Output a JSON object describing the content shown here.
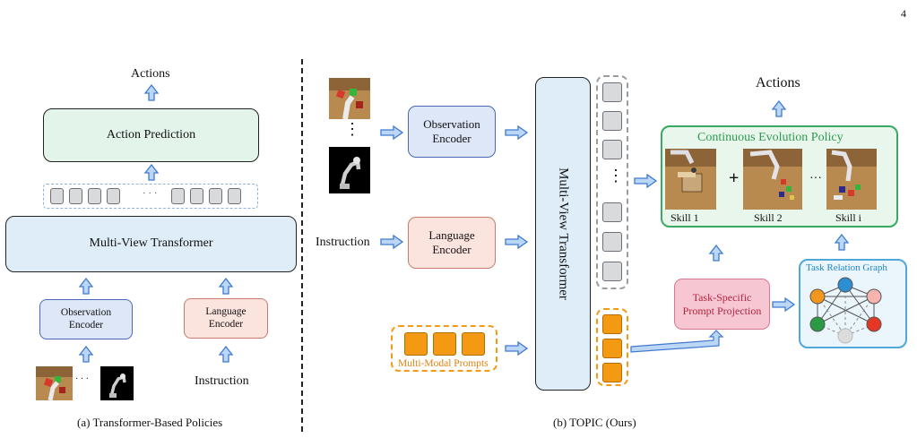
{
  "page_number": "4",
  "left": {
    "actions": "Actions",
    "action_prediction": "Action Prediction",
    "ellipsis": "· · ·",
    "transformer": "Multi-View Transformer",
    "obs_encoder": "Observation\nEncoder",
    "lang_encoder": "Language\nEncoder",
    "instruction": "Instruction",
    "img_ellipsis": "· · ·",
    "caption": "(a) Transformer-Based Policies"
  },
  "right": {
    "obs_encoder": "Observation\nEncoder",
    "lang_encoder": "Language\nEncoder",
    "instruction": "Instruction",
    "vdots": "⋮",
    "transformer": "Multi-View Transformer",
    "token_vdots": "⋮",
    "prompts_label": "Multi-Modal Prompts",
    "prompt_projection": "Task-Specific\nPrompt Projection",
    "actions": "Actions",
    "cep_title": "Continuous Evolution Policy",
    "plus": "+",
    "skill_ellipsis": "···",
    "skills": [
      "Skill 1",
      "Skill 2",
      "Skill i"
    ],
    "graph_title": "Task Relation Graph",
    "caption": "(b)  TOPIC (Ours)"
  },
  "colors": {
    "action_pred_fill": "#e3f4ea",
    "transformer_fill": "#deedf7",
    "obs_fill": "#dde7f8",
    "obs_border": "#4a67b3",
    "lang_fill": "#fbe3de",
    "lang_border": "#c97a6e",
    "arrow_fill": "#bcd6f5",
    "arrow_stroke": "#3f7ad0",
    "token_gray": "#d9dadc",
    "token_orange": "#f39a12",
    "cep_fill": "#e8f6ec",
    "cep_border": "#3aa962",
    "cep_title": "#2e9a51",
    "projection_fill": "#f6c7d3",
    "projection_border": "#d67890",
    "projection_text": "#b2243e",
    "graph_fill": "#eaf5fc",
    "graph_border": "#4fa8d9",
    "graph_title": "#1f86cc",
    "prompts_label": "#e0820f",
    "node_colors": [
      "#f4961b",
      "#2c8fd1",
      "#f7b3ae",
      "#2b9a45",
      "#dcdcdc",
      "#e53726"
    ]
  },
  "icons": [
    "up-arrow-icon",
    "right-arrow-icon",
    "robot-frame-icon",
    "robot-mask-icon",
    "graph-node-icon"
  ]
}
